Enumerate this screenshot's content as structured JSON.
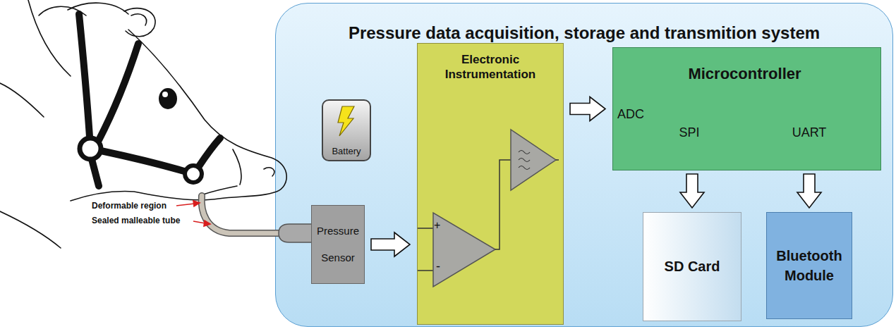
{
  "diagram": {
    "nodes": [
      {
        "text": [
          "Pressure data acquisition, storage and transmition system"
        ]
      },
      {
        "text": [
          "Battery"
        ],
        "in": 0
      },
      {
        "text": [
          "Pressure Sensor"
        ],
        "in": 0
      },
      {
        "text": [
          "Electronic Instrumentation"
        ],
        "in": 0
      },
      {
        "text": [
          "Microcontroller",
          "ADC",
          "SPI",
          "UART"
        ],
        "in": 0
      },
      {
        "text": [
          "SD Card"
        ],
        "in": 0
      },
      {
        "text": [
          "Bluetooth Module"
        ],
        "in": 0
      }
    ],
    "edges": [
      {
        "from": 2,
        "to": 3,
        "arrow": "to"
      },
      {
        "from": 3,
        "to": 4,
        "arrow": "to"
      },
      {
        "from": 4,
        "to": 5,
        "arrow": "to"
      },
      {
        "from": 4,
        "to": 6,
        "arrow": "to"
      }
    ],
    "labels": [
      "Deformable region",
      "Sealed malleable tube",
      "+",
      "-"
    ]
  }
}
